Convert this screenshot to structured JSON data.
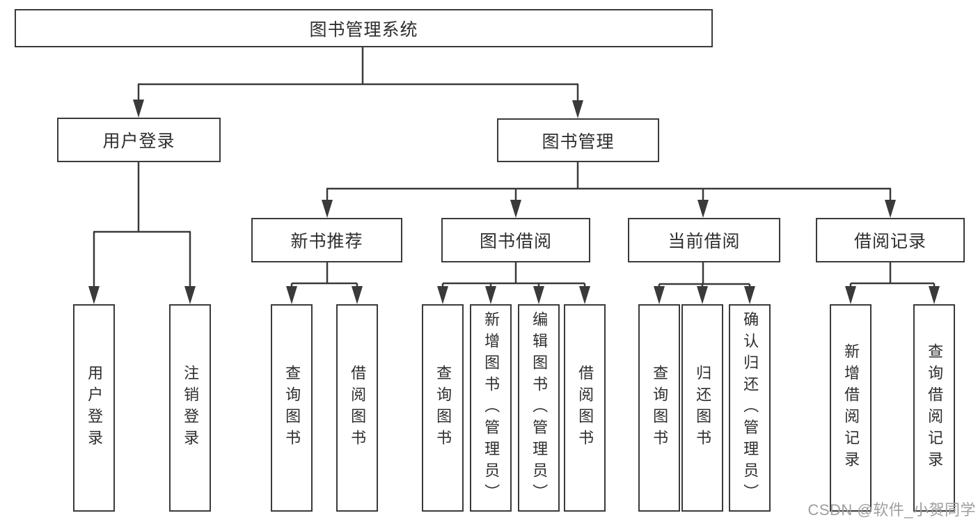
{
  "tree": {
    "root": {
      "label": "图书管理系统"
    },
    "branches": [
      {
        "label": "用户登录",
        "leaves": [
          {
            "label": "用户登录"
          },
          {
            "label": "注销登录"
          }
        ]
      },
      {
        "label": "图书管理",
        "sections": [
          {
            "label": "新书推荐",
            "leaves": [
              {
                "label": "查询图书"
              },
              {
                "label": "借阅图书"
              }
            ]
          },
          {
            "label": "图书借阅",
            "leaves": [
              {
                "label": "查询图书"
              },
              {
                "label": "新增图书（管理员）"
              },
              {
                "label": "编辑图书（管理员）"
              },
              {
                "label": "借阅图书"
              }
            ]
          },
          {
            "label": "当前借阅",
            "leaves": [
              {
                "label": "查询图书"
              },
              {
                "label": "归还图书"
              },
              {
                "label": "确认归还（管理员）"
              }
            ]
          },
          {
            "label": "借阅记录",
            "leaves": [
              {
                "label": "新增借阅记录"
              },
              {
                "label": "查询借阅记录"
              }
            ]
          }
        ]
      }
    ]
  },
  "watermark": {
    "text": "CSDN @软件_小贺同学"
  },
  "colors": {
    "line": "#3a3a3a",
    "box_border": "#3a3a3a",
    "text": "#2e2e2e",
    "watermark": "#9e9e9e",
    "background": "#ffffff"
  }
}
